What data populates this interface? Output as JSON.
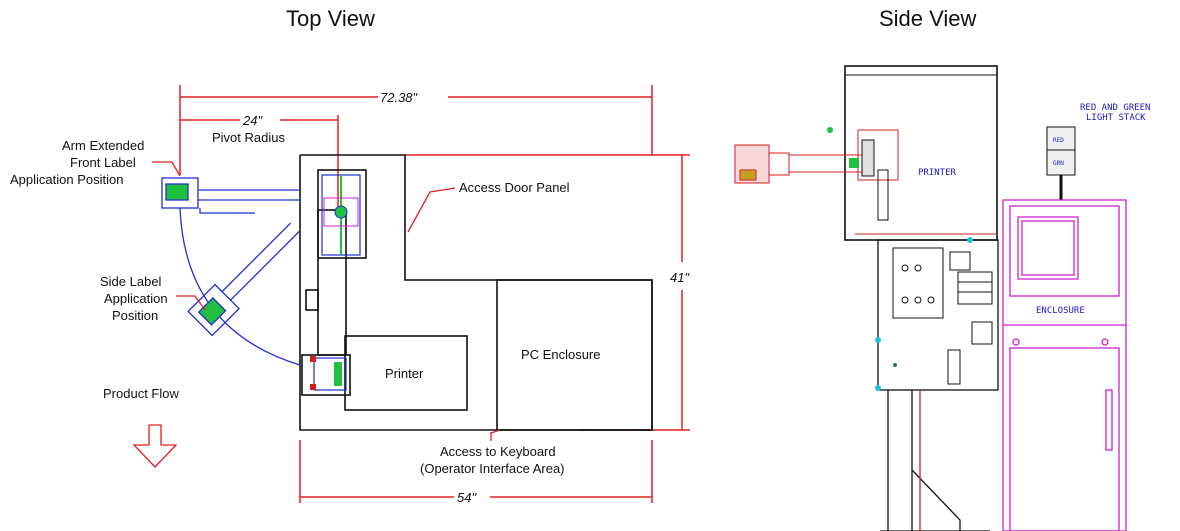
{
  "top_view": {
    "title": "Top View",
    "dimensions": {
      "overall_width": "72.38\"",
      "pivot_offset": "24\"",
      "depth": "41\"",
      "base_width": "54\""
    },
    "labels": {
      "pivot_radius": "Pivot Radius",
      "arm_extended": [
        "Arm Extended",
        "Front Label",
        "Application Position"
      ],
      "side_label": [
        "Side Label",
        "Application",
        "Position"
      ],
      "product_flow": "Product Flow",
      "access_door": "Access Door Panel",
      "printer": "Printer",
      "pc_enclosure": "PC Enclosure",
      "access_keyboard": [
        "Access to Keyboard",
        "(Operator Interface Area)"
      ]
    }
  },
  "side_view": {
    "title": "Side View",
    "labels": {
      "light_stack": [
        "RED AND GREEN",
        "LIGHT STACK"
      ],
      "printer": "PRINTER",
      "enclosure": "ENCLOSURE",
      "light_red": "RED",
      "light_green": "GRN"
    }
  },
  "colors": {
    "dimension": "#e02020",
    "outline": "#111111",
    "arm": "#2030d0",
    "enclosure": "#d020d0",
    "accent_green": "#20c040"
  }
}
